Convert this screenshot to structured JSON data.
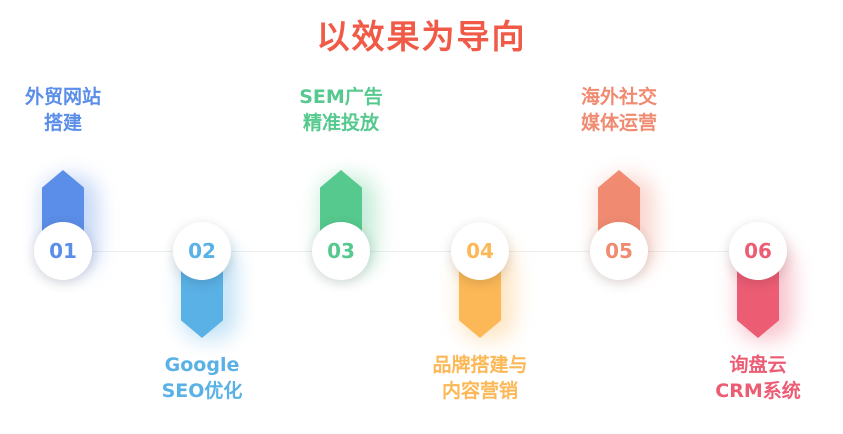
{
  "title": "以效果为导向",
  "colors": {
    "title": "#f05a46",
    "step1": "#5b8ee8",
    "step2": "#5ab1e6",
    "step3": "#56c98e",
    "step4": "#fcb857",
    "step5": "#f08b72",
    "step6": "#ec5d74"
  },
  "steps": [
    {
      "number": "01",
      "line1": "外贸网站",
      "line2": "搭建"
    },
    {
      "number": "02",
      "line1": "Google",
      "line2": "SEO优化"
    },
    {
      "number": "03",
      "line1": "SEM广告",
      "line2": "精准投放"
    },
    {
      "number": "04",
      "line1": "品牌搭建与",
      "line2": "内容营销"
    },
    {
      "number": "05",
      "line1": "海外社交",
      "line2": "媒体运营"
    },
    {
      "number": "06",
      "line1": "询盘云",
      "line2": "CRM系统"
    }
  ]
}
